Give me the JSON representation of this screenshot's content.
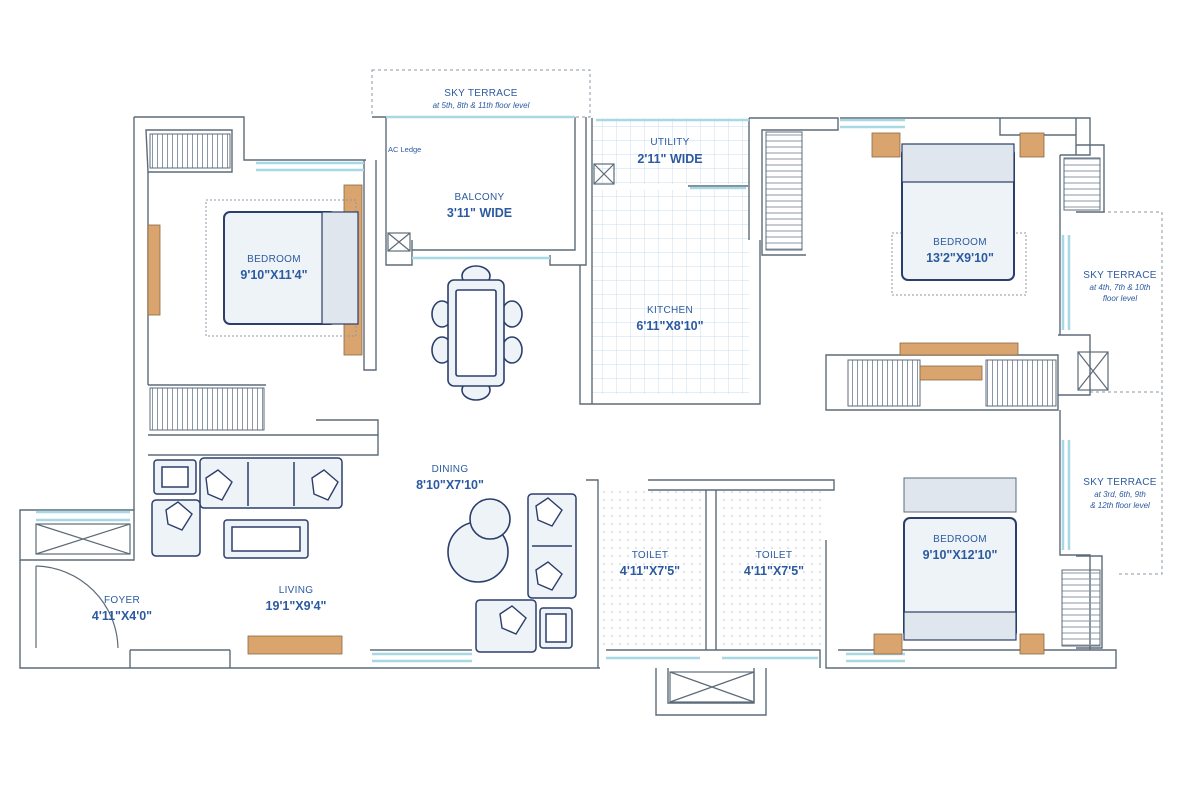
{
  "colors": {
    "wall": "#5d6b78",
    "glass": "#a8d8e4",
    "wood": "#d9a46d",
    "text": "#2c5aa0",
    "furniture": "#2c3e6b",
    "tile": "#c8dcec"
  },
  "rooms": {
    "sky_terrace_top": {
      "name": "SKY TERRACE",
      "note": "at 5th, 8th & 11th floor level"
    },
    "ac_ledge": {
      "name": "AC Ledge"
    },
    "balcony": {
      "name": "BALCONY",
      "dim": "3'11\" WIDE"
    },
    "utility": {
      "name": "UTILITY",
      "dim": "2'11\" WIDE"
    },
    "kitchen": {
      "name": "KITCHEN",
      "dim": "6'11\"X8'10\""
    },
    "bedroom_left": {
      "name": "BEDROOM",
      "dim": "9'10\"X11'4\""
    },
    "bedroom_top_right": {
      "name": "BEDROOM",
      "dim": "13'2\"X9'10\""
    },
    "bedroom_bottom_right": {
      "name": "BEDROOM",
      "dim": "9'10\"X12'10\""
    },
    "sky_terrace_right_1": {
      "name": "SKY TERRACE",
      "note_lines": [
        "at 4th, 7th & 10th",
        "floor level"
      ]
    },
    "sky_terrace_right_2": {
      "name": "SKY TERRACE",
      "note_lines": [
        "at 3rd, 6th, 9th",
        "& 12th floor level"
      ]
    },
    "dining": {
      "name": "DINING",
      "dim": "8'10\"X7'10\""
    },
    "living": {
      "name": "LIVING",
      "dim": "19'1\"X9'4\""
    },
    "foyer": {
      "name": "FOYER",
      "dim": "4'11\"X4'0\""
    },
    "toilet_1": {
      "name": "TOILET",
      "dim": "4'11\"X7'5\""
    },
    "toilet_2": {
      "name": "TOILET",
      "dim": "4'11\"X7'5\""
    }
  }
}
